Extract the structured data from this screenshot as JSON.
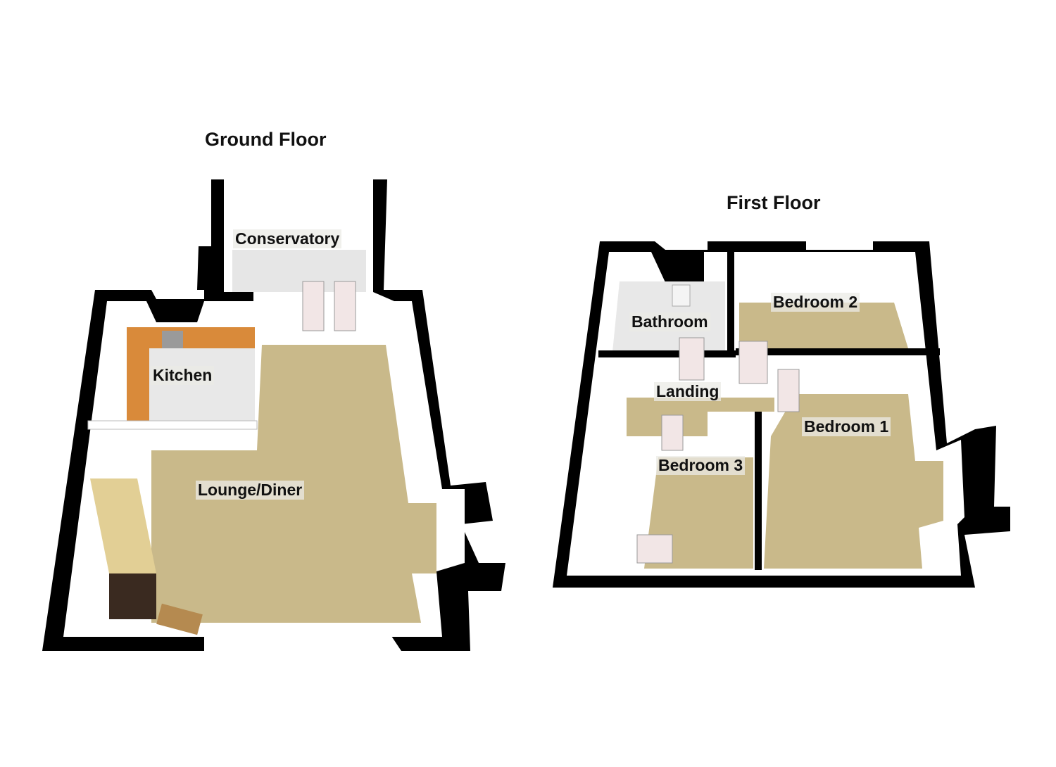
{
  "floors": [
    {
      "title": "Ground Floor",
      "rooms": [
        "Conservatory",
        "Kitchen",
        "Lounge/Diner"
      ]
    },
    {
      "title": "First Floor",
      "rooms": [
        "Bathroom",
        "Bedroom 2",
        "Landing",
        "Bedroom 1",
        "Bedroom 3"
      ]
    }
  ],
  "colors": {
    "carpet": "#c9b98a",
    "kitchen_worktop": "#d98a3a",
    "wall": "#000000",
    "inner_wall": "#ffffff",
    "tile": "#e4e4e4"
  }
}
